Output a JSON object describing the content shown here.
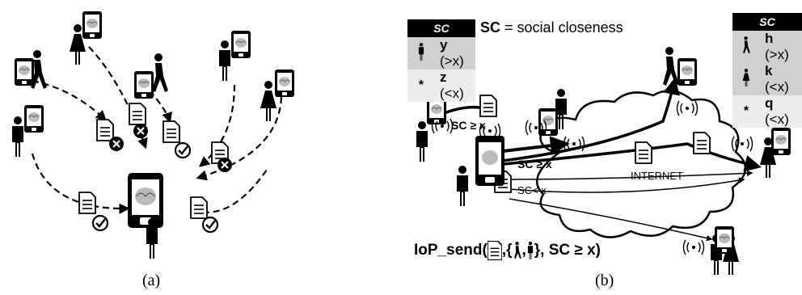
{
  "labels": {
    "panel_a": "(a)",
    "panel_b": "(b)"
  },
  "legend": {
    "sc_bold": "SC",
    "sc_definition": "= social closeness"
  },
  "table_left": {
    "header": "SC",
    "rows": [
      {
        "marker": "man-icon",
        "var": "y",
        "cond": "(>x)"
      },
      {
        "marker": "*",
        "var": "z",
        "cond": "(<x)"
      }
    ]
  },
  "table_right": {
    "header": "SC",
    "rows": [
      {
        "marker": "walking-person-icon",
        "var": "h",
        "cond": "(>x)"
      },
      {
        "marker": "woman-icon",
        "var": "k",
        "cond": "(<x)"
      },
      {
        "marker": "*",
        "var": "q",
        "cond": "(<x)"
      }
    ]
  },
  "diagram_b": {
    "sc_ge_top": "SC ≥ x",
    "sc_ge_mid": "SC ≥ x",
    "sc_lt": "SC< x",
    "internet": "INTERNET",
    "api_call": "IoP_send(",
    "api_mid": ",{",
    "api_comma": ",",
    "api_end": "}, SC ≥ x)"
  }
}
